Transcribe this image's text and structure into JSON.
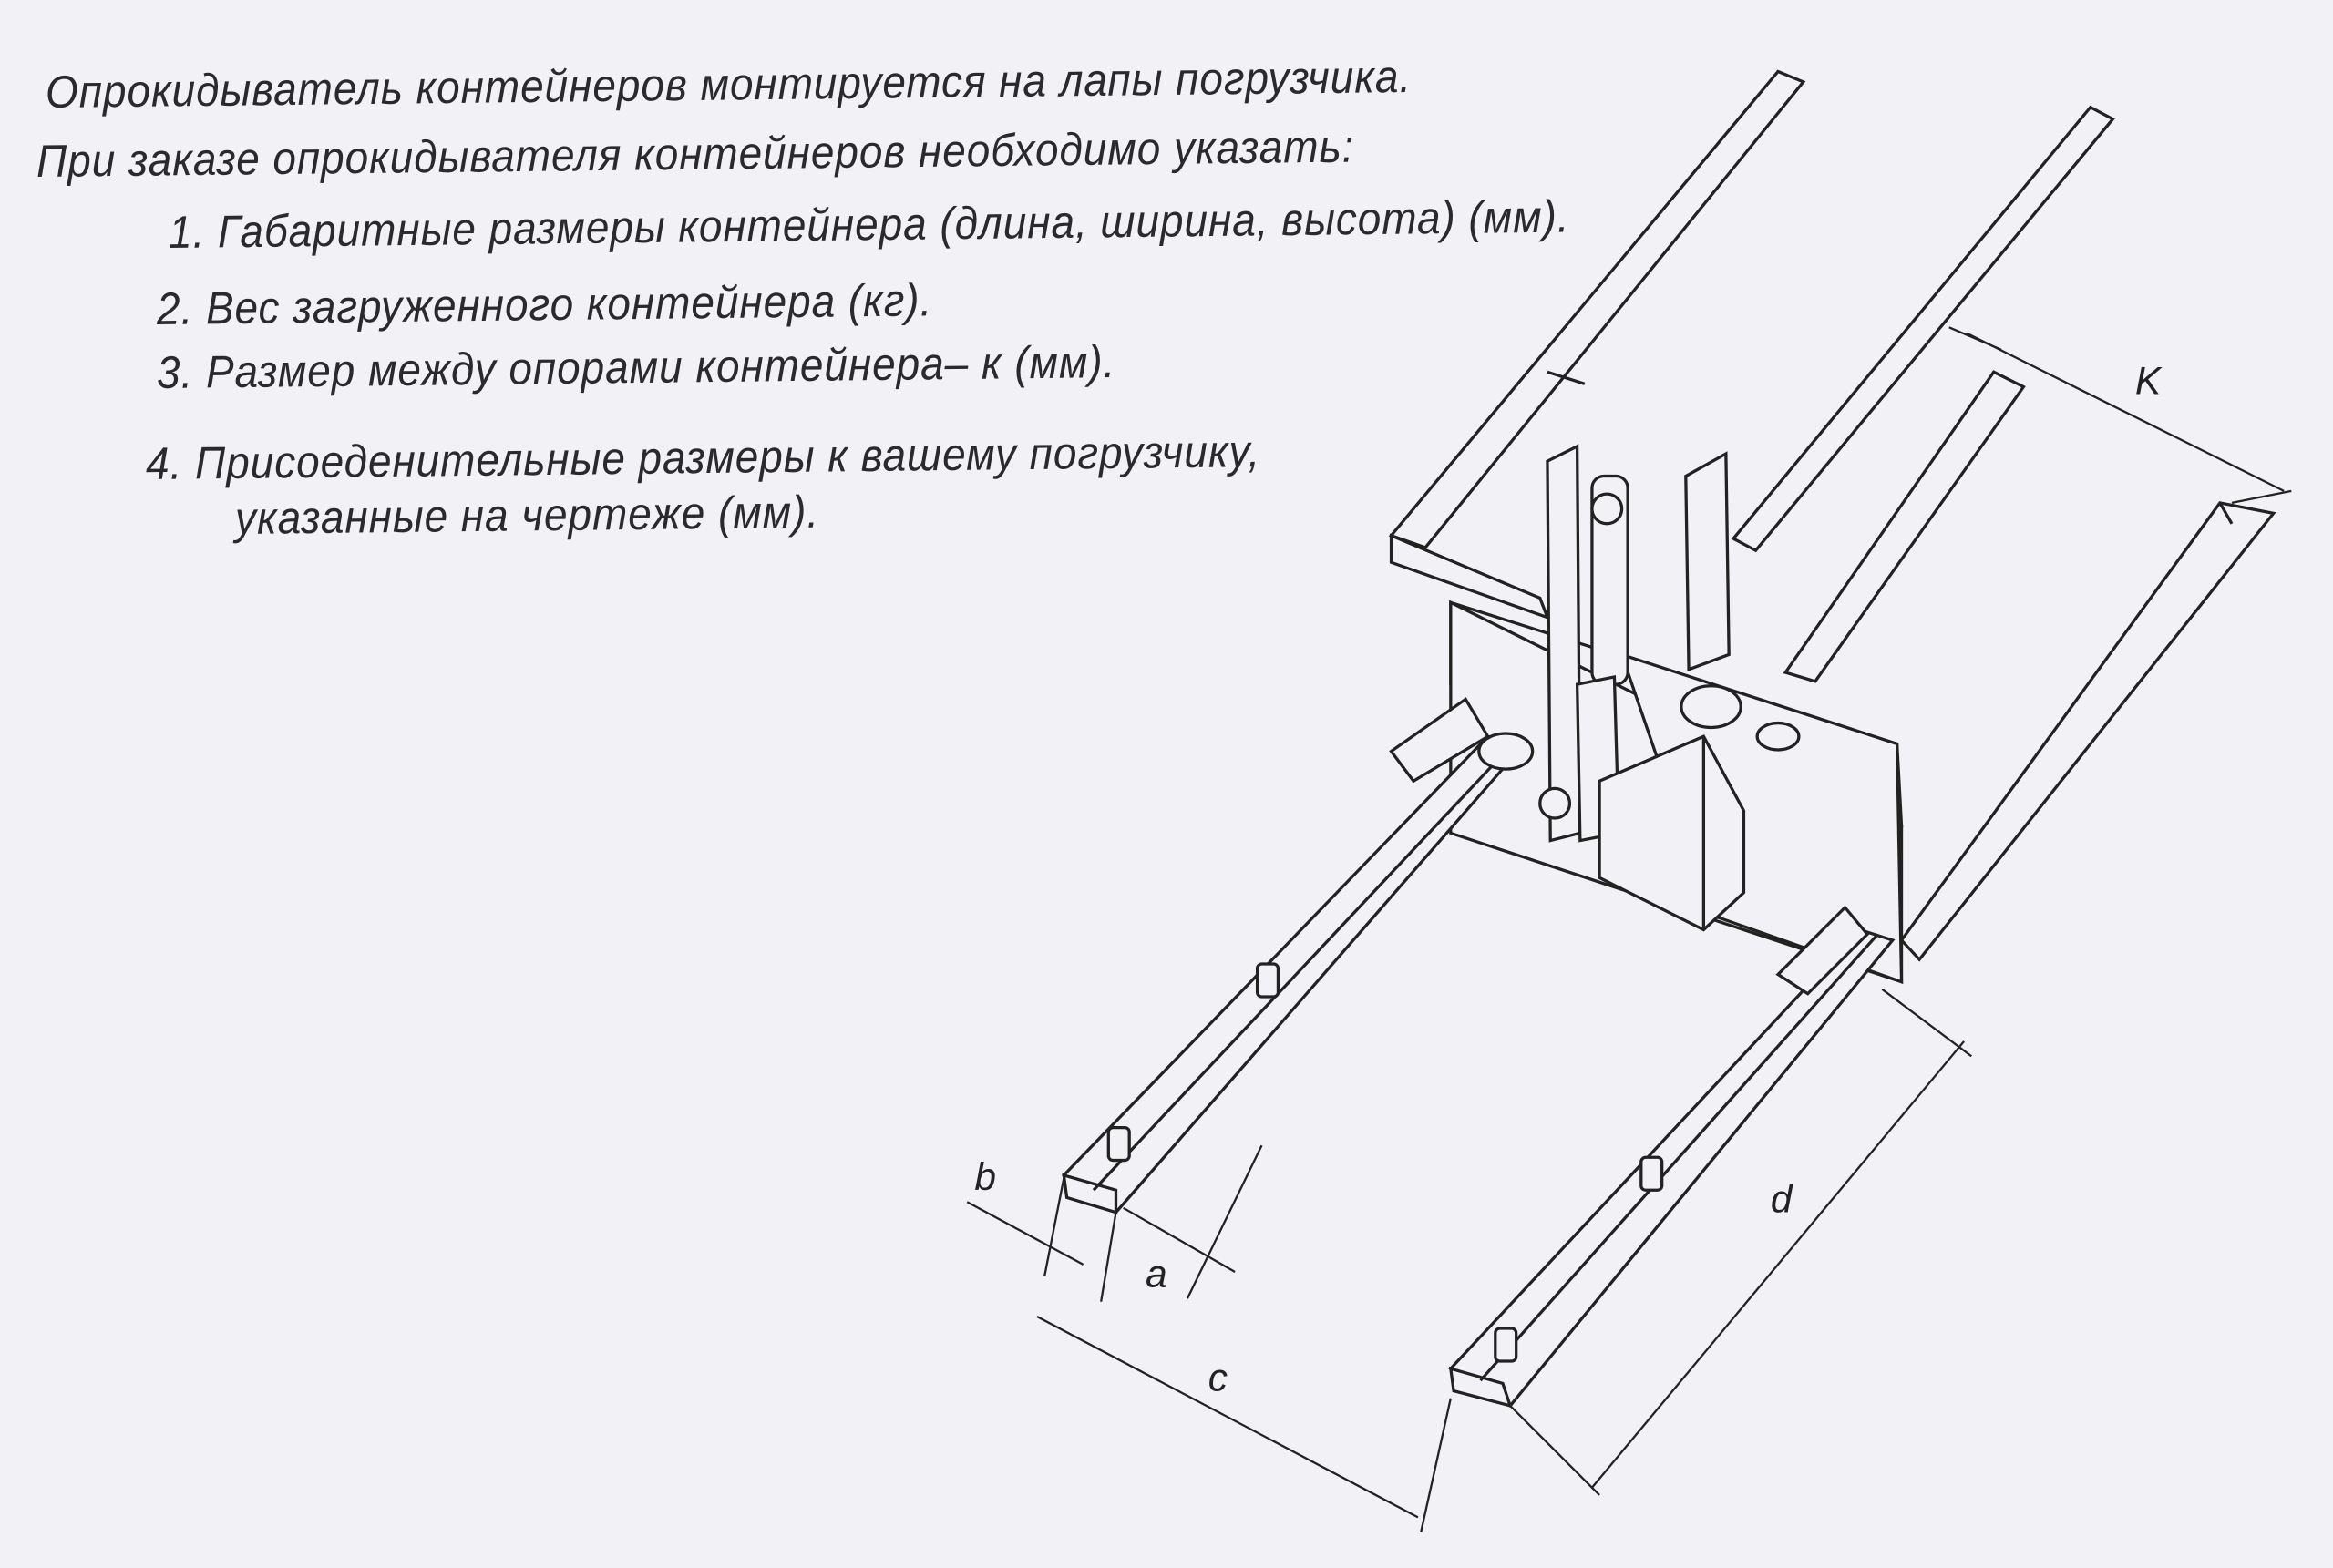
{
  "intro": {
    "line1": "Опрокидыватель контейнеров монтируется на лапы погрузчика.",
    "line2": "При заказе опрокидывателя контейнеров необходимо указать:"
  },
  "requirements": [
    {
      "text": "1. Габаритные размеры контейнера (длина, ширина, высота) (мм)."
    },
    {
      "text": "2. Вес загруженного контейнера (кг)."
    },
    {
      "text": "3. Размер между опорами контейнера– к (мм)."
    },
    {
      "text": "4. Присоеденительные размеры к вашему погрузчику,",
      "continuation": "указанные на чертеже (мм)."
    }
  ],
  "drawing": {
    "dimension_labels": {
      "k": "K",
      "b": "b",
      "a": "a",
      "c": "c",
      "d": "d"
    }
  }
}
